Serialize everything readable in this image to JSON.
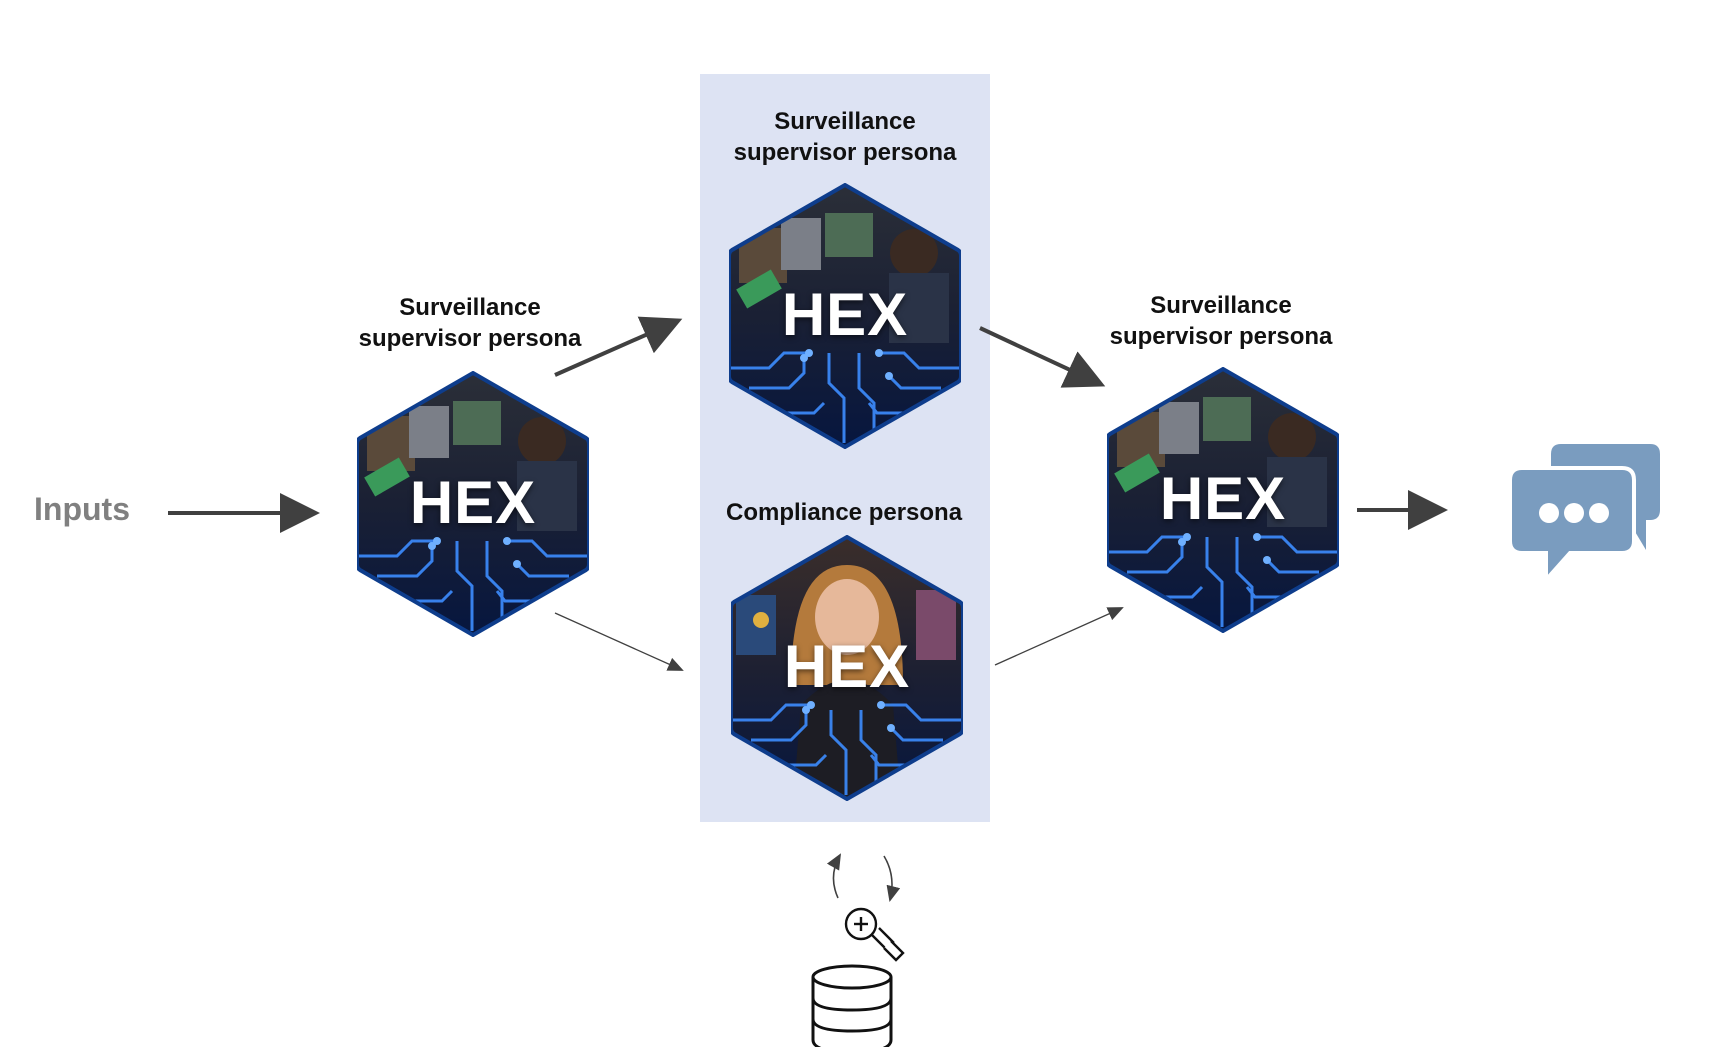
{
  "inputs_label": "Inputs",
  "nodes": {
    "left": {
      "title_line1": "Surveillance",
      "title_line2": "supervisor persona",
      "badge": "HEX",
      "persona": "surveillance"
    },
    "top": {
      "title_line1": "Surveillance",
      "title_line2": "supervisor persona",
      "badge": "HEX",
      "persona": "surveillance"
    },
    "bottom": {
      "title_line1": "Compliance  persona",
      "badge": "HEX",
      "persona": "compliance"
    },
    "right": {
      "title_line1": "Surveillance",
      "title_line2": "supervisor persona",
      "badge": "HEX",
      "persona": "surveillance"
    }
  },
  "icons": {
    "output": "chat-bubbles-icon",
    "database": "database-icon",
    "search": "search-zoom-icon",
    "cycle": "refresh-arrows-icon"
  },
  "colors": {
    "panel": "#dde3f3",
    "hex_border": "#0e3d8c",
    "hex_dark": "#0a1a3a",
    "circuit": "#3d8dff",
    "chat": "#7a9cbf",
    "arrow": "#404040"
  }
}
